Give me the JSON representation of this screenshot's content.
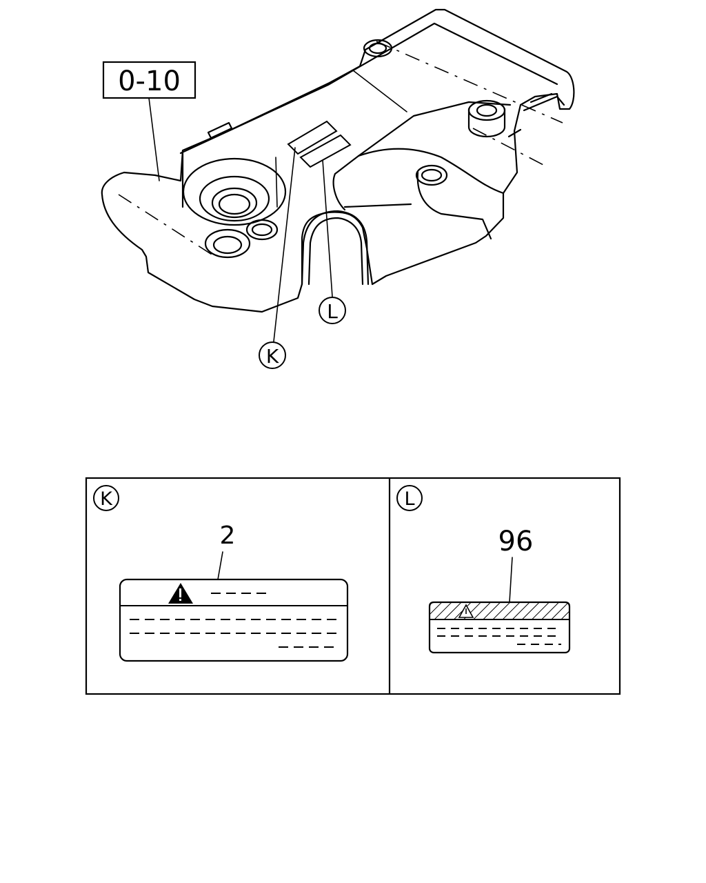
{
  "ref_box": {
    "label": "0-10"
  },
  "callouts": {
    "k": "K",
    "l": "L"
  },
  "detail_k": {
    "letter": "K",
    "part_number": "2",
    "label_icon": "warning-triangle-icon"
  },
  "detail_l": {
    "letter": "L",
    "part_number": "96",
    "label_icon": "warning-triangle-icon"
  }
}
